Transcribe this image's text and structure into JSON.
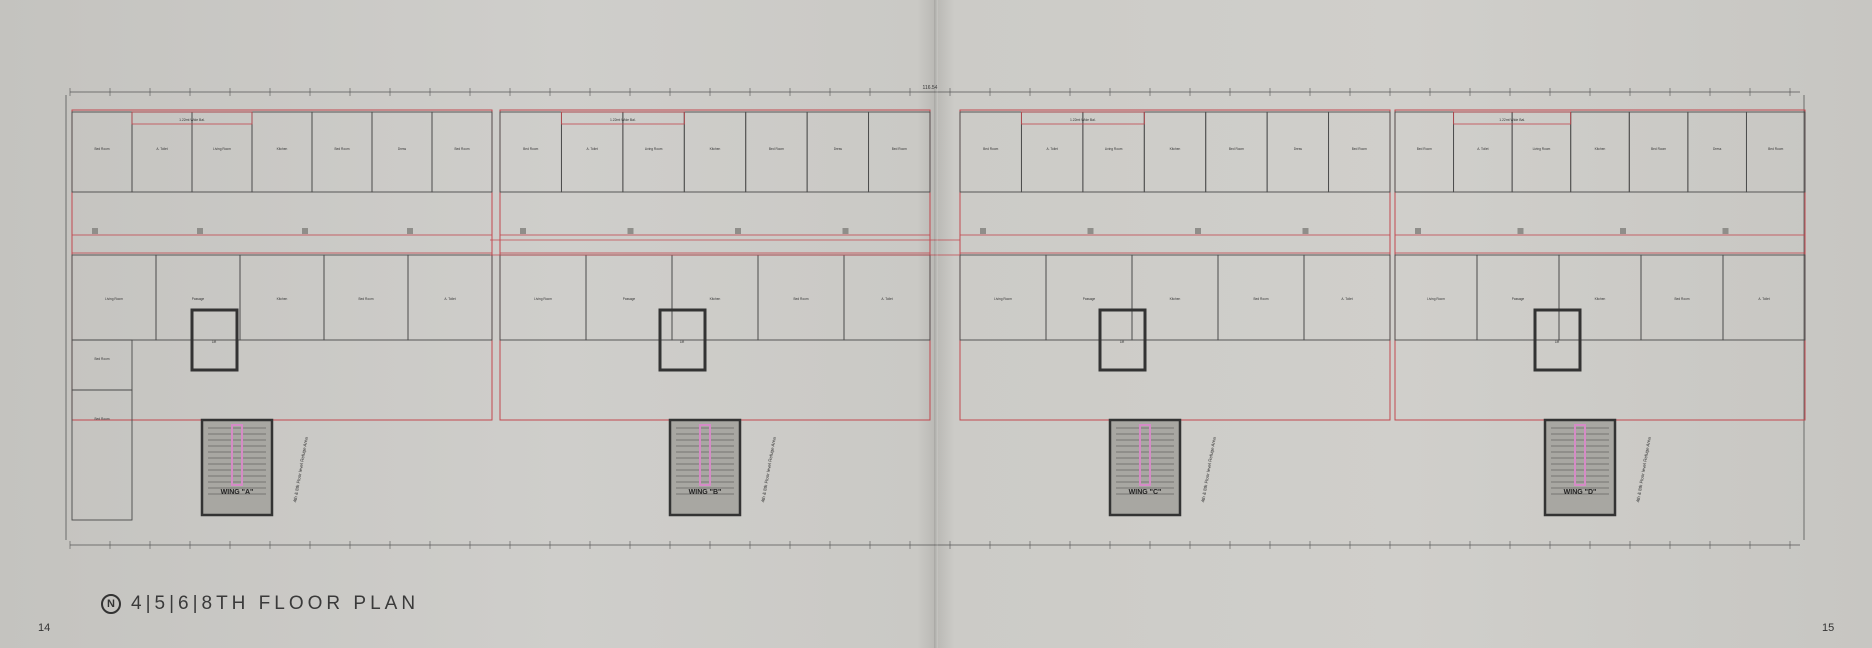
{
  "title": "4|5|6|8TH FLOOR PLAN",
  "north_label": "N",
  "page_numbers": {
    "left": "14",
    "right": "15"
  },
  "wings": [
    "WING \"A\"",
    "WING \"B\"",
    "WING \"C\"",
    "WING \"D\""
  ],
  "refuge_notes": [
    "4th & 8th Floor level Refuge Area",
    "4th & 8th Floor level Refuge Area",
    "4th & 8th Floor level Refuge Area",
    "4th & 8th Floor level Refuge Area"
  ],
  "overall_dimension": "116.54",
  "room_labels": {
    "bed": "Bed Room",
    "living": "Living Room",
    "kitchen": "Kitchen",
    "toilet": "A. Toilet",
    "balcony": "1.22mt Wide Bal.",
    "passage": "Passage",
    "lift": "Lift",
    "dress": "Dress"
  },
  "colors": {
    "lines": "#4a4a4a",
    "red_lines": "#c2484f",
    "pink": "#d58bc6",
    "grey_fill": "#8f8e8a"
  }
}
